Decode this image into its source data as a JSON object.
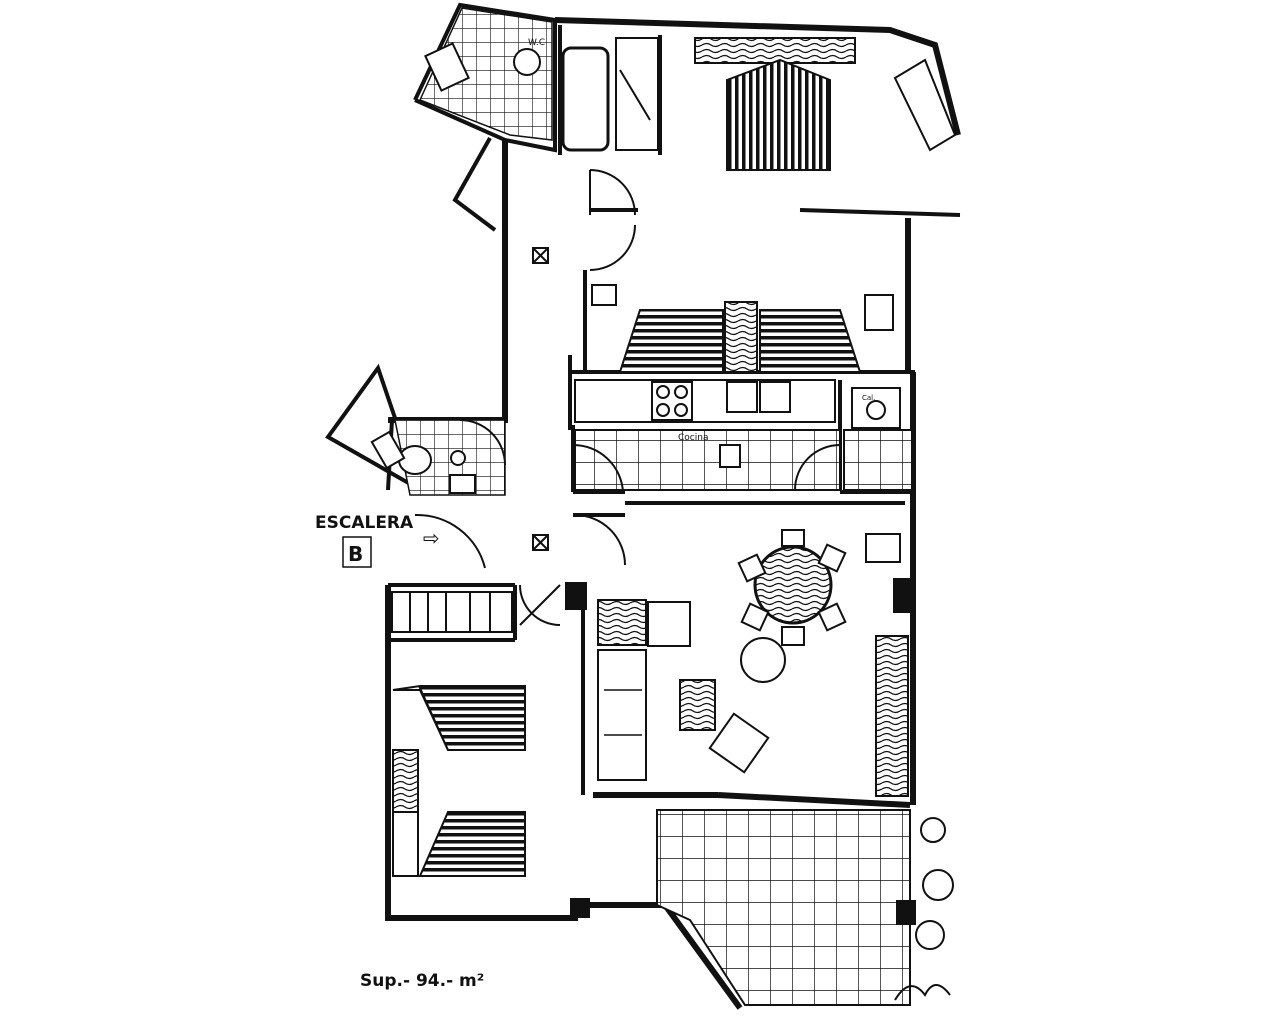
{
  "plan": {
    "stair_label": "ESCALERA",
    "stair_letter": "B",
    "area_label": "Sup.- 94.- m²",
    "wc_label": "W.C",
    "cocina_label": "Cocina",
    "calentador_label": "Cal.",
    "colors": {
      "ink": "#111111",
      "paper": "#ffffff"
    }
  }
}
